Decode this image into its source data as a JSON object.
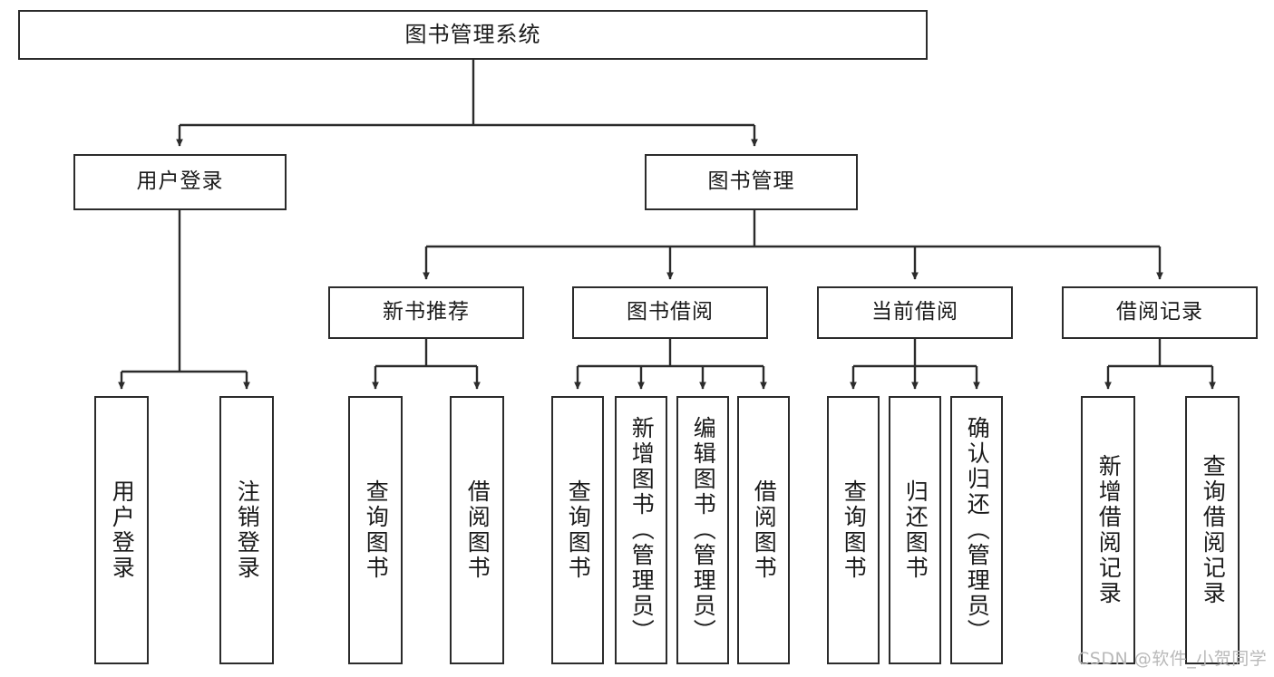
{
  "diagram": {
    "type": "tree",
    "title": "图书管理系统",
    "watermark": "CSDN @软件_小贺同学",
    "colors": {
      "border": "#2b2b2b",
      "background": "#ffffff",
      "text": "#1a1a1a",
      "watermark": "#b9b9b9"
    },
    "nodes": {
      "root": {
        "label": "图书管理系统"
      },
      "tier2": [
        {
          "id": "user-login",
          "label": "用户登录"
        },
        {
          "id": "book-manage",
          "label": "图书管理"
        }
      ],
      "tier3": [
        {
          "id": "new-book-recommend",
          "label": "新书推荐"
        },
        {
          "id": "book-borrow",
          "label": "图书借阅"
        },
        {
          "id": "current-borrow",
          "label": "当前借阅"
        },
        {
          "id": "borrow-record",
          "label": "借阅记录"
        }
      ],
      "leaves": {
        "user-login": [
          {
            "id": "leaf-user-login",
            "label": "用户登录"
          },
          {
            "id": "leaf-logout",
            "label": "注销登录"
          }
        ],
        "new-book-recommend": [
          {
            "id": "leaf-query-book-1",
            "label": "查询图书"
          },
          {
            "id": "leaf-borrow-book-1",
            "label": "借阅图书"
          }
        ],
        "book-borrow": [
          {
            "id": "leaf-query-book-2",
            "label": "查询图书"
          },
          {
            "id": "leaf-add-book",
            "label": "新增图书（管理员）"
          },
          {
            "id": "leaf-edit-book",
            "label": "编辑图书（管理员）"
          },
          {
            "id": "leaf-borrow-book-2",
            "label": "借阅图书"
          }
        ],
        "current-borrow": [
          {
            "id": "leaf-query-book-3",
            "label": "查询图书"
          },
          {
            "id": "leaf-return-book",
            "label": "归还图书"
          },
          {
            "id": "leaf-confirm-return",
            "label": "确认归还（管理员）"
          }
        ],
        "borrow-record": [
          {
            "id": "leaf-add-record",
            "label": "新增借阅记录"
          },
          {
            "id": "leaf-query-record",
            "label": "查询借阅记录"
          }
        ]
      }
    }
  }
}
